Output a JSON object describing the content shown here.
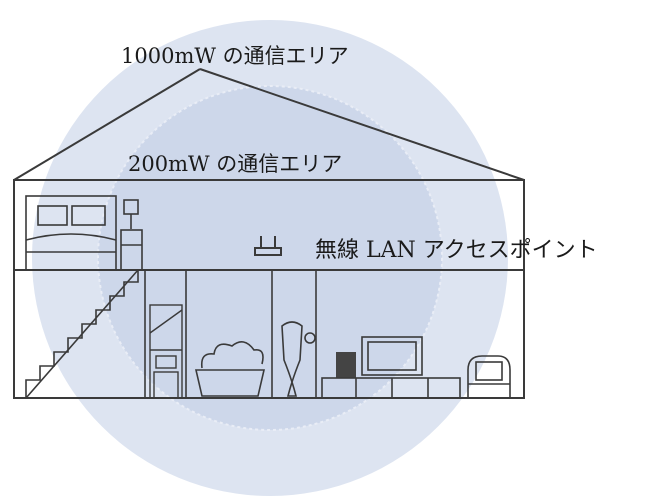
{
  "labels": {
    "area_1000mw": "1000mW の通信エリア",
    "area_200mw": "200mW の通信エリア",
    "access_point": "無線 LAN アクセスポイント"
  },
  "colors": {
    "outer_circle": "#dde4f1",
    "inner_circle": "#cdd7ea",
    "line": "#3a3a3a",
    "text": "#1a1a1a"
  }
}
